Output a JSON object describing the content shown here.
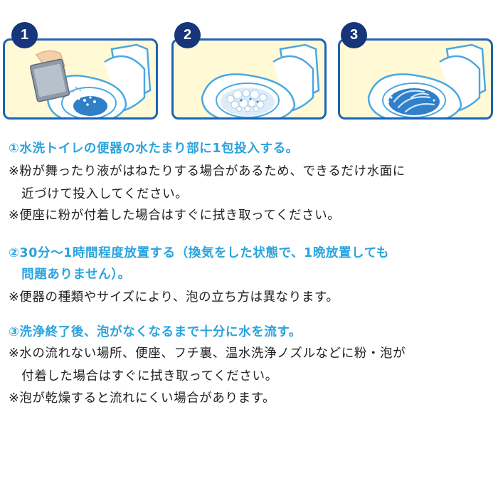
{
  "steps": [
    {
      "number": "1",
      "illustration": "toilet-with-powder-packet"
    },
    {
      "number": "2",
      "illustration": "toilet-with-foam"
    },
    {
      "number": "3",
      "illustration": "toilet-flushing-water"
    }
  ],
  "instructions": [
    {
      "heading": "①水洗トイレの便器の水たまり部に1包投入する。",
      "notes": [
        [
          "※粉が舞ったり液がはねたりする場合があるため、できるだけ水面に",
          "　近づけて投入してください。"
        ],
        [
          "※便座に粉が付着した場合はすぐに拭き取ってください。"
        ]
      ]
    },
    {
      "heading_lines": [
        "②30分〜1時間程度放置する（換気をした状態で、1晩放置しても",
        "　問題ありません）。"
      ],
      "notes": [
        [
          "※便器の種類やサイズにより、泡の立ち方は異なります。"
        ]
      ]
    },
    {
      "heading": "③洗浄終了後、泡がなくなるまで十分に水を流す。",
      "notes": [
        [
          "※水の流れない場所、便座、フチ裏、温水洗浄ノズルなどに粉・泡が",
          "　付着した場合はすぐに拭き取ってください。"
        ],
        [
          "※泡が乾燥すると流れにくい場合があります。"
        ]
      ]
    }
  ],
  "colors": {
    "panel_background": "#fff9d6",
    "panel_border": "#1d63b4",
    "badge": "#16357a",
    "heading_text": "#2aa3dd",
    "body_text": "#222222",
    "water": "#2f7fc9"
  }
}
